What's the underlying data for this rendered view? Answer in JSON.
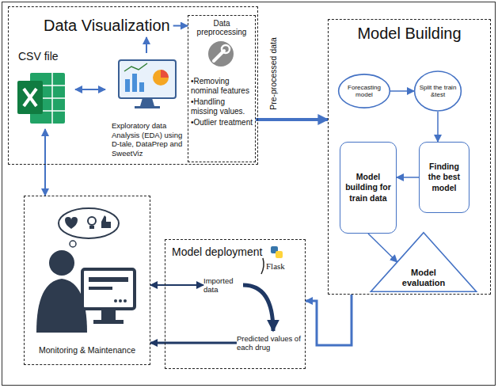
{
  "diagram": {
    "nodes": [
      {
        "text": [
          "Data Visualization"
        ]
      },
      {
        "text": [
          "CSV file"
        ],
        "in": 0
      },
      {
        "text": [
          "Exploratory data Analysis (EDA) using D-tale, DataPrep and SweetViz"
        ],
        "in": 0
      },
      {
        "text": [
          "Data preprocessing",
          "•Removing nominal features",
          "•Handling missing values.",
          "•Outlier treatment"
        ],
        "in": 0
      },
      {
        "text": [
          "Model Building"
        ]
      },
      {
        "text": [
          "Forecasting model"
        ],
        "in": 4
      },
      {
        "text": [
          "Split the train &test"
        ],
        "in": 4
      },
      {
        "text": [
          "Finding the best model"
        ],
        "in": 4
      },
      {
        "text": [
          "Model building for train data"
        ],
        "in": 4
      },
      {
        "text": [
          "Model evaluation"
        ],
        "in": 4
      },
      {
        "text": [
          "Monitoring & Maintenance"
        ]
      },
      {
        "text": [
          "Model deployment"
        ]
      },
      {
        "text": [
          "Imported data"
        ],
        "in": 11
      },
      {
        "text": [
          "Predicted values of each drug"
        ],
        "in": 11
      }
    ],
    "edges": [
      {
        "from": 1,
        "to": 2,
        "arrow": "both"
      },
      {
        "from": 2,
        "to": 0,
        "arrow": "to"
      },
      {
        "from": 0,
        "to": 3,
        "arrow": "to"
      },
      {
        "from": 3,
        "to": 4,
        "arrow": "to",
        "label": "Pre-processed data"
      },
      {
        "from": 5,
        "to": 6,
        "arrow": "to"
      },
      {
        "from": 6,
        "to": 7,
        "arrow": "to"
      },
      {
        "from": 7,
        "to": 8,
        "arrow": "to"
      },
      {
        "from": 8,
        "to": 9,
        "arrow": "to"
      },
      {
        "from": 4,
        "to": 11,
        "arrow": "to"
      },
      {
        "from": 10,
        "to": 12,
        "arrow": "both"
      },
      {
        "from": 1,
        "to": 10,
        "arrow": "both"
      },
      {
        "from": 12,
        "to": 13,
        "arrow": "to"
      },
      {
        "from": 13,
        "to": 10,
        "arrow": "to"
      }
    ],
    "labels": [
      "Flask"
    ]
  }
}
